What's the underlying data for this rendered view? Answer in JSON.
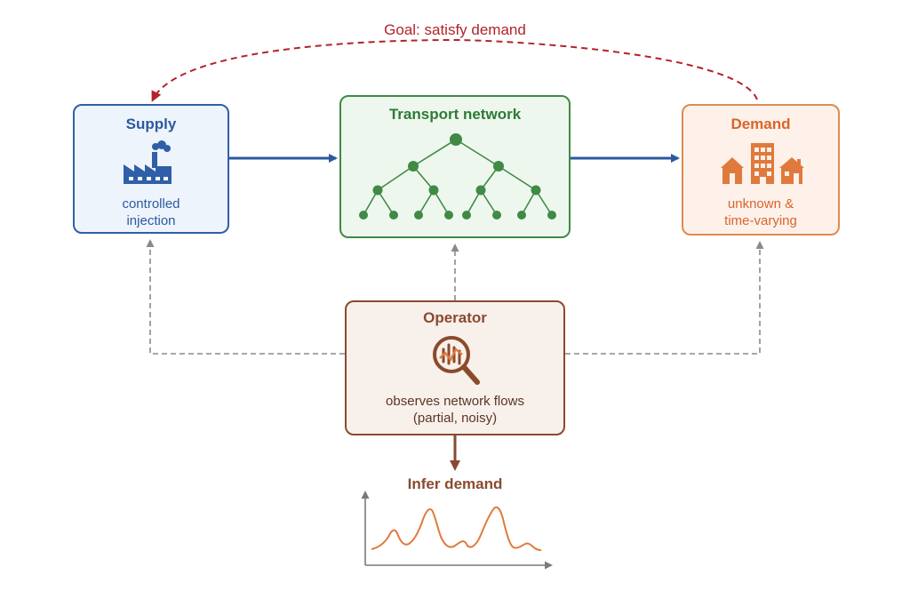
{
  "goal": {
    "label": "Goal: satisfy demand"
  },
  "supply": {
    "title": "Supply",
    "caption_line1": "controlled",
    "caption_line2": "injection",
    "icon": "factory-icon",
    "color": "#2f5fa8"
  },
  "network": {
    "title": "Transport network",
    "icon": "tree-network-icon",
    "color": "#3f8a45"
  },
  "demand": {
    "title": "Demand",
    "caption_line1": "unknown &",
    "caption_line2": "time-varying",
    "icon": "city-buildings-icon",
    "color": "#e07a3c"
  },
  "operator": {
    "title": "Operator",
    "caption_line1": "observes network flows",
    "caption_line2": "(partial, noisy)",
    "icon": "magnifier-chart-icon",
    "color": "#8b4a2b"
  },
  "infer": {
    "title": "Infer demand",
    "icon": "demand-signal-chart",
    "color": "#e07a3c"
  },
  "colors": {
    "feedback_arrow": "#b3232a",
    "observation_arrow": "#8a8a8a",
    "flow_arrow": "#2b5aa0"
  }
}
